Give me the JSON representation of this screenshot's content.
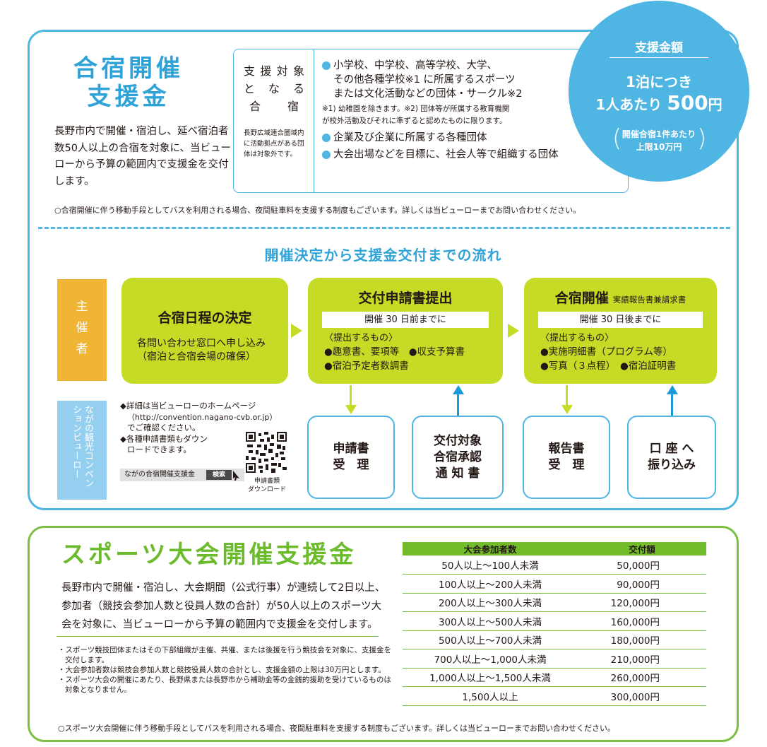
{
  "s1": {
    "title_l1": "合宿開催",
    "title_l2": "支援金",
    "desc": "長野市内で開催・宿泊し、延べ宿泊者数50人以上の合宿を対象に、当ビューローから予算の範囲内で支援金を交付します。",
    "target_label": [
      "支援対象",
      "となる",
      "合宿"
    ],
    "target_note": "長野広域連合圏域内に活動拠点がある団体は対象外です。",
    "targets": [
      "小学校、中学校、高等学校、大学、",
      "その他各種学校※1 に所属するスポーツ",
      "または文化活動などの団体・サークル※2"
    ],
    "target_footnote_1": "※1) 幼稚園を除きます。※2) 団体等が所属する教育機関",
    "target_footnote_2": "が校外活動及びそれに準ずると認めたものに限ります。",
    "target_item2": "企業及び企業に所属する各種団体",
    "target_item3": "大会出場などを目標に、社会人等で組織する団体",
    "circle": {
      "title": "支援金額",
      "line1": "1泊につき",
      "line2_prefix": "1人あたり",
      "amount": "500",
      "unit": "円",
      "paren1": "開催合宿1件あたり",
      "paren2": "上限10万円"
    },
    "note": "○合宿開催に伴う移動手段としてバスを利用される場合、夜間駐車料を支援する制度もございます。詳しくは当ビューローまでお問い合わせください。",
    "flow_title": "開催決定から支援金交付までの流れ",
    "organizer": [
      "主",
      "催",
      "者"
    ],
    "bureau": "ながの観光コンベンションビューロー",
    "step1": {
      "title": "合宿日程の決定",
      "line1": "各問い合わせ窓口へ申し込み",
      "line2": "（宿泊と合宿会場の確保）"
    },
    "step2": {
      "title": "交付申請書提出",
      "bar": "開催 30 日前までに",
      "sub": "〈提出するもの〉",
      "line1": "●趣意書、要項等　●収支予算書",
      "line2": "●宿泊予定者数調書"
    },
    "step3": {
      "title": "合宿開催",
      "title_small": "実績報告書兼請求書",
      "bar": "開催 30 日後までに",
      "sub": "〈提出するもの〉",
      "line1": "●実施明細書（プログラム等）",
      "line2": "●写真（３点程）　●宿泊証明書"
    },
    "info": [
      "◆詳細は当ビューローのホームページ",
      "（http://convention.nagano-cvb.or.jp）",
      "でご確認ください。",
      "◆各種申請書類もダウン",
      "ロードできます。"
    ],
    "search_text": "ながの合宿開催支援金",
    "search_btn": "検索",
    "qr_caption_1": "申請書類",
    "qr_caption_2": "ダウンロード",
    "box1": [
      "申請書",
      "受　理"
    ],
    "box2": [
      "交付対象",
      "合宿承認",
      "通 知 書"
    ],
    "box3": [
      "報告書",
      "受　理"
    ],
    "box4": [
      "口 座 へ",
      "振り込み"
    ]
  },
  "s2": {
    "title": "スポーツ大会開催支援金",
    "desc": "長野市内で開催・宿泊し、大会期間（公式行事）が連続して2日以上、参加者（競技会参加人数と役員人数の合計）が50人以上のスポーツ大会を対象に、当ビューローから予算の範囲内で支援金を交付します。",
    "notes": [
      "・スポーツ競技団体またはその下部組織が主催、共催、または後援を行う競技会を対象に、支援金を交付します。",
      "・大会参加者数は競技会参加人数と競技役員人数の合計とし、支援金額の上限は30万円とします。",
      "・スポーツ大会の開催にあたり、長野県または長野市から補助金等の金銭的援助を受けているものは対象となりません。"
    ],
    "note": "○スポーツ大会開催に伴う移動手段としてバスを利用される場合、夜間駐車料を支援する制度もございます。詳しくは当ビューローまでお問い合わせください。",
    "table": {
      "headers": [
        "大会参加者数",
        "交付額"
      ],
      "rows": [
        [
          "50人以上～100人未満",
          "50,000円"
        ],
        [
          "100人以上～200人未満",
          "90,000円"
        ],
        [
          "200人以上～300人未満",
          "120,000円"
        ],
        [
          "300人以上～500人未満",
          "160,000円"
        ],
        [
          "500人以上～700人未満",
          "180,000円"
        ],
        [
          "700人以上～1,000人未満",
          "210,000円"
        ],
        [
          "1,000人以上～1,500人未満",
          "260,000円"
        ],
        [
          "1,500人以上",
          "300,000円"
        ]
      ]
    }
  },
  "colors": {
    "blue": "#4fb5e3",
    "green_frame": "#7bc043",
    "lime": "#c6db26",
    "orange": "#f0b534",
    "light_blue": "#95cff0"
  }
}
